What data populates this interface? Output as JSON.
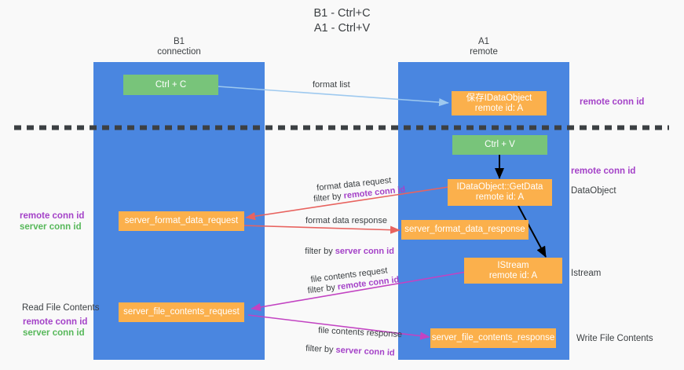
{
  "title": "B1 - Ctrl+C\nA1 - Ctrl+V",
  "columns": [
    {
      "name": "left",
      "label": "B1\nconnection"
    },
    {
      "name": "right",
      "label": "A1\nremote"
    }
  ],
  "boxes": {
    "ctrl_c": "Ctrl + C",
    "ctrl_v": "Ctrl + V",
    "save_idataobject": "保存IDataObject\nremote id: A",
    "getdata": "IDataObject::GetData\nremote id: A",
    "istream": "IStream\nremote id: A",
    "server_format_data_request": "server_format_data_request",
    "server_format_data_response": "server_format_data_response",
    "server_file_contents_request": "server_file_contents_request",
    "server_file_contents_response": "server_file_contents_response"
  },
  "right_labels": {
    "remote_conn_id_top": "remote conn id",
    "remote_conn_id_mid": "remote conn id",
    "dataobject": "DataObject",
    "istream": "Istream",
    "write_file_contents": "Write File Contents"
  },
  "left_labels": {
    "remote_conn_id": "remote conn id",
    "server_conn_id": "server conn id",
    "read_file_contents": "Read File Contents",
    "remote_conn_id_2": "remote conn id",
    "server_conn_id_2": "server conn id"
  },
  "arrow_labels": {
    "format_list": "format list",
    "format_data_request": "format data request",
    "format_data_request_filter_prefix": "filter by ",
    "format_data_request_filter_key": "remote conn id",
    "format_data_response": "format data response",
    "format_data_response_filter_prefix": "filter by ",
    "format_data_response_filter_key": "server conn id",
    "file_contents_request": "file contents request",
    "file_contents_request_filter_prefix": "filter by ",
    "file_contents_request_filter_key": "remote conn id",
    "file_contents_response": "file contents response",
    "file_contents_response_filter_prefix": "filter by ",
    "file_contents_response_filter_key": "server conn id"
  },
  "colors": {
    "column_blue": "#4a86e0",
    "box_orange": "#fbb04c",
    "box_green": "#78c47a",
    "accent_purple": "#a442c8",
    "accent_green": "#57b85a",
    "arrow_red": "#e8635f",
    "arrow_magenta": "#c243c2",
    "arrow_lightblue": "#9ec9ef",
    "arrow_black": "#000000",
    "divider": "#3c4043",
    "background": "#f9f9f9"
  }
}
